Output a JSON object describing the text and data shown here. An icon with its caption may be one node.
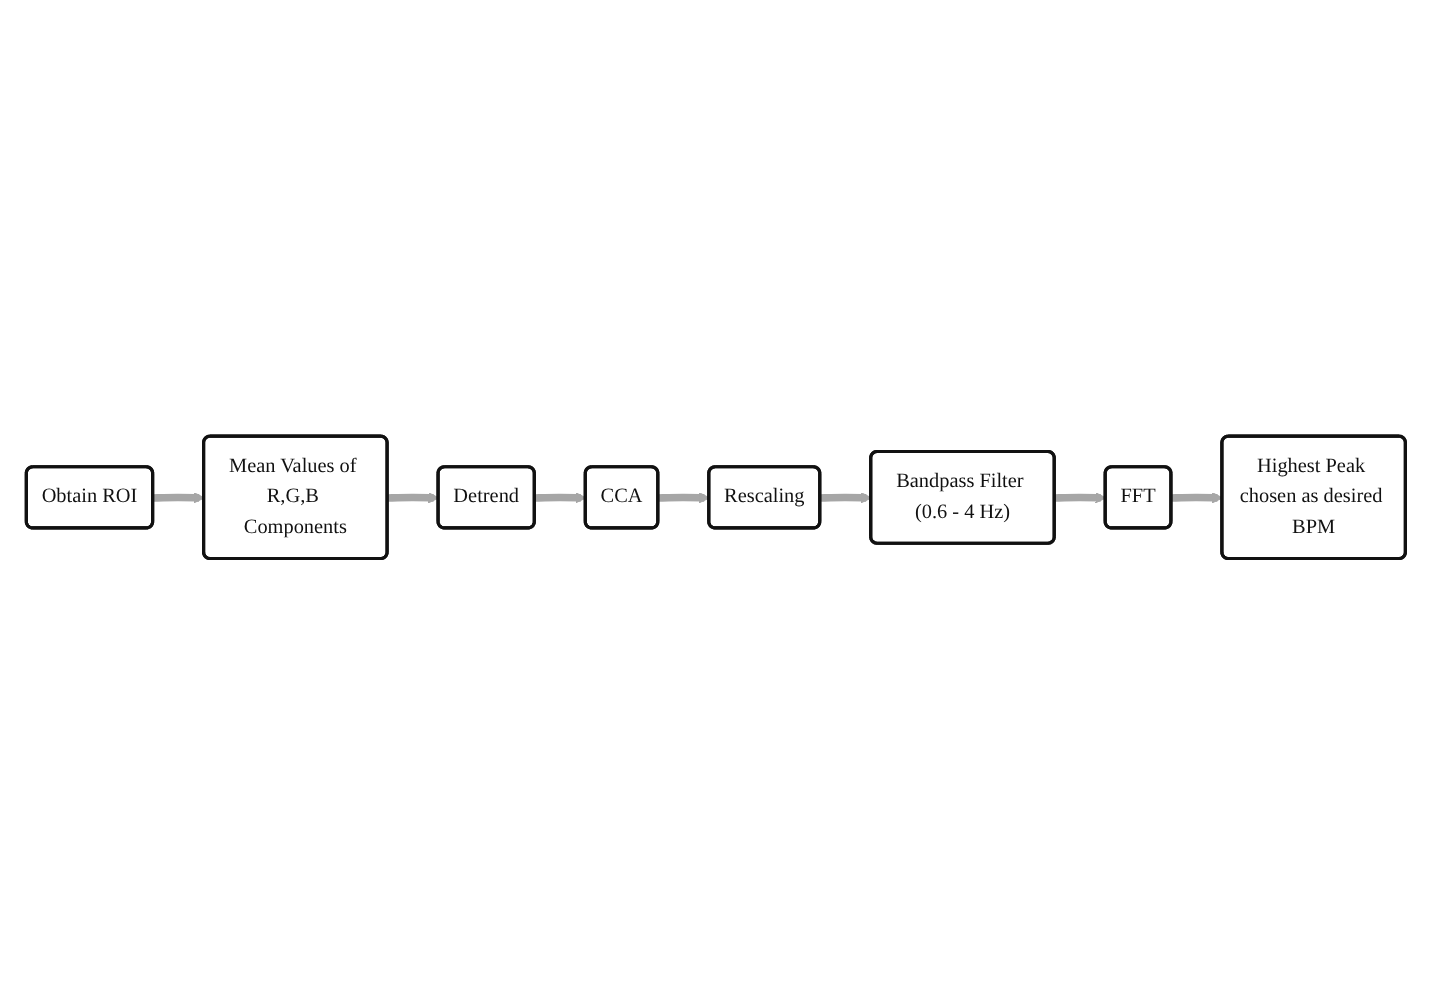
{
  "diagram": {
    "nodes": [
      {
        "text": [
          "Obtain ROI"
        ]
      },
      {
        "text": [
          "Mean Values of R,G,B Components"
        ]
      },
      {
        "text": [
          "Detrend"
        ]
      },
      {
        "text": [
          "CCA"
        ]
      },
      {
        "text": [
          "Rescaling"
        ]
      },
      {
        "text": [
          "Bandpass Filter (0.6 - 4 Hz)"
        ]
      },
      {
        "text": [
          "FFT"
        ]
      },
      {
        "text": [
          "Highest Peak chosen as desired BPM"
        ]
      }
    ],
    "edges": [
      {
        "from": 0,
        "to": 1,
        "arrow": "to"
      },
      {
        "from": 1,
        "to": 2,
        "arrow": "to"
      },
      {
        "from": 2,
        "to": 3,
        "arrow": "to"
      },
      {
        "from": 3,
        "to": 4,
        "arrow": "to"
      },
      {
        "from": 4,
        "to": 5,
        "arrow": "to"
      },
      {
        "from": 5,
        "to": 6,
        "arrow": "to"
      },
      {
        "from": 6,
        "to": 7,
        "arrow": "to"
      }
    ]
  }
}
